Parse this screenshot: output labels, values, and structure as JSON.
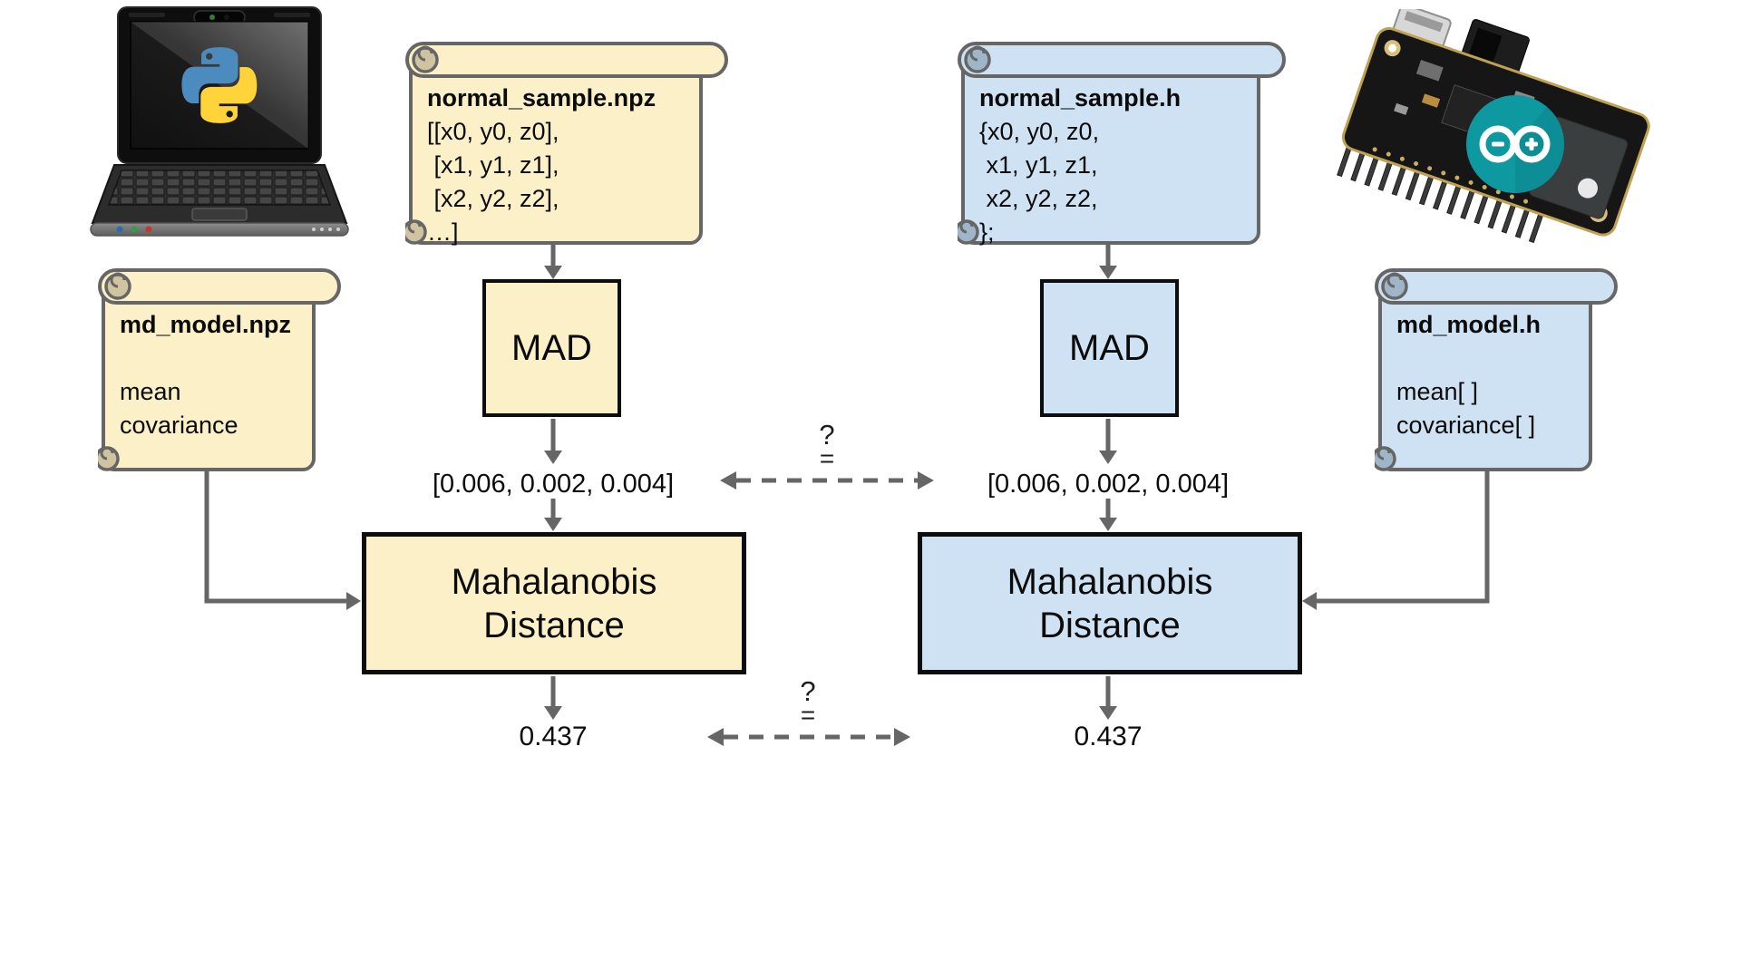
{
  "left_pipeline": {
    "device_icon": "python-laptop",
    "sample_file": {
      "title": "normal_sample.npz",
      "line1": "[[x0, y0, z0],",
      "line2": " [x1, y1, z1],",
      "line3": " [x2, y2, z2],",
      "line4": "…]"
    },
    "model_file": {
      "title": "md_model.npz",
      "line1": "mean",
      "line2": "covariance"
    },
    "mad_label": "MAD",
    "mad_output": "[0.006, 0.002, 0.004]",
    "distance_label_line1": "Mahalanobis",
    "distance_label_line2": "Distance",
    "distance_output": "0.437"
  },
  "right_pipeline": {
    "device_icon": "arduino-feather-board",
    "sample_file": {
      "title": "normal_sample.h",
      "line1": "{x0, y0, z0,",
      "line2": " x1, y1, z1,",
      "line3": " x2, y2, z2,",
      "line4": "};"
    },
    "model_file": {
      "title": "md_model.h",
      "line1": "mean[ ]",
      "line2": "covariance[ ]"
    },
    "mad_label": "MAD",
    "mad_output": "[0.006, 0.002, 0.004]",
    "distance_label_line1": "Mahalanobis",
    "distance_label_line2": "Distance",
    "distance_output": "0.437"
  },
  "comparison": {
    "question_mark": "?",
    "equals_sign": "="
  },
  "colors": {
    "python_fill": "#FBF0C7",
    "python_roll": "#CFC3A0",
    "arduino_fill": "#CFE2F3",
    "arduino_roll": "#9FB6C9",
    "scroll_outline": "#666666",
    "box_border": "#0D0D0D",
    "arrow_gray": "#666666",
    "arduino_teal": "#0E98A0",
    "python_logo_blue": "#4B8BBE",
    "python_logo_yellow": "#FFD43B"
  }
}
